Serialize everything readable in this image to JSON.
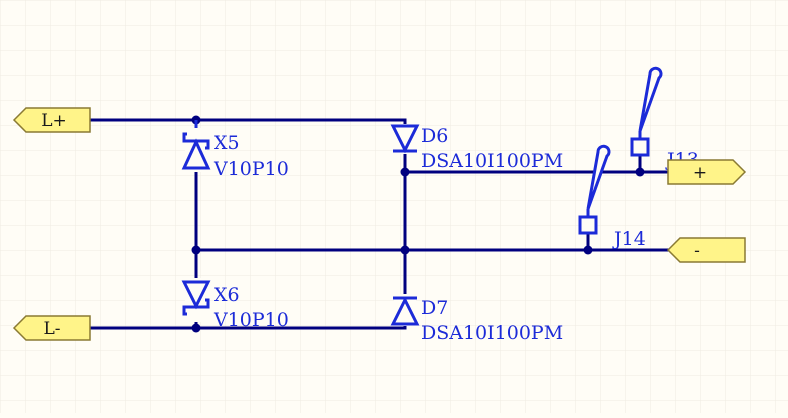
{
  "colors": {
    "background": "#fffdf6",
    "grid": "#efece2",
    "wire": "#00007f",
    "component": "#1c2bd8",
    "label_text": "#1c2bd8",
    "port_fill": "#fff489",
    "port_stroke": "#8a7a33",
    "port_text": "#1a1a1a"
  },
  "ports": {
    "l_plus": "L+",
    "l_minus": "L-",
    "out_plus": "+",
    "out_minus": "-"
  },
  "components": {
    "x5": {
      "designator": "X5",
      "part": "V10P10",
      "icon": "schottky-diode-icon"
    },
    "x6": {
      "designator": "X6",
      "part": "V10P10",
      "icon": "schottky-diode-icon"
    },
    "d6": {
      "designator": "D6",
      "part": "DSA10I100PM",
      "icon": "diode-icon"
    },
    "d7": {
      "designator": "D7",
      "part": "DSA10I100PM",
      "icon": "diode-icon"
    },
    "j13": {
      "designator": "J13",
      "icon": "jumper-pin-icon"
    },
    "j14": {
      "designator": "J14",
      "icon": "jumper-pin-icon"
    }
  }
}
